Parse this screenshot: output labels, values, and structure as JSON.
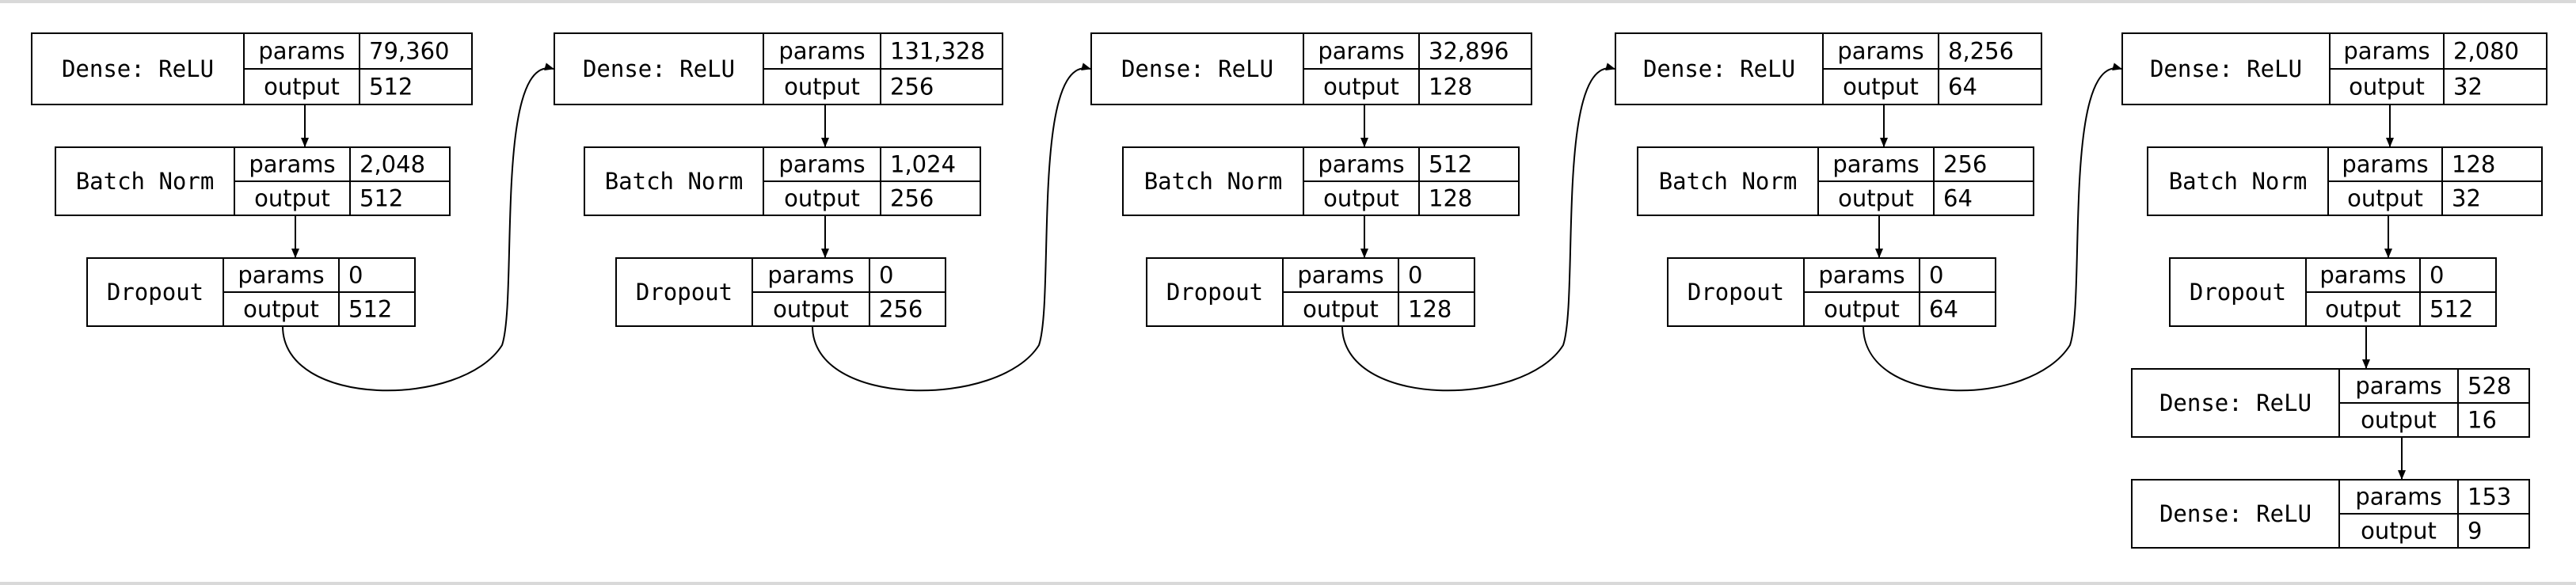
{
  "diagram": {
    "labels": {
      "params": "params",
      "output": "output"
    },
    "columns": [
      {
        "nodes": [
          {
            "name": "Dense: ReLU",
            "params": "79,360",
            "output": "512"
          },
          {
            "name": "Batch Norm",
            "params": "2,048",
            "output": "512"
          },
          {
            "name": "Dropout",
            "params": "0",
            "output": "512"
          }
        ]
      },
      {
        "nodes": [
          {
            "name": "Dense: ReLU",
            "params": "131,328",
            "output": "256"
          },
          {
            "name": "Batch Norm",
            "params": "1,024",
            "output": "256"
          },
          {
            "name": "Dropout",
            "params": "0",
            "output": "256"
          }
        ]
      },
      {
        "nodes": [
          {
            "name": "Dense: ReLU",
            "params": "32,896",
            "output": "128"
          },
          {
            "name": "Batch Norm",
            "params": "512",
            "output": "128"
          },
          {
            "name": "Dropout",
            "params": "0",
            "output": "128"
          }
        ]
      },
      {
        "nodes": [
          {
            "name": "Dense: ReLU",
            "params": "8,256",
            "output": "64"
          },
          {
            "name": "Batch Norm",
            "params": "256",
            "output": "64"
          },
          {
            "name": "Dropout",
            "params": "0",
            "output": "64"
          }
        ]
      },
      {
        "nodes": [
          {
            "name": "Dense: ReLU",
            "params": "2,080",
            "output": "32"
          },
          {
            "name": "Batch Norm",
            "params": "128",
            "output": "32"
          },
          {
            "name": "Dropout",
            "params": "0",
            "output": "512"
          },
          {
            "name": "Dense: ReLU",
            "params": "528",
            "output": "16"
          },
          {
            "name": "Dense: ReLU",
            "params": "153",
            "output": "9"
          }
        ]
      }
    ]
  }
}
